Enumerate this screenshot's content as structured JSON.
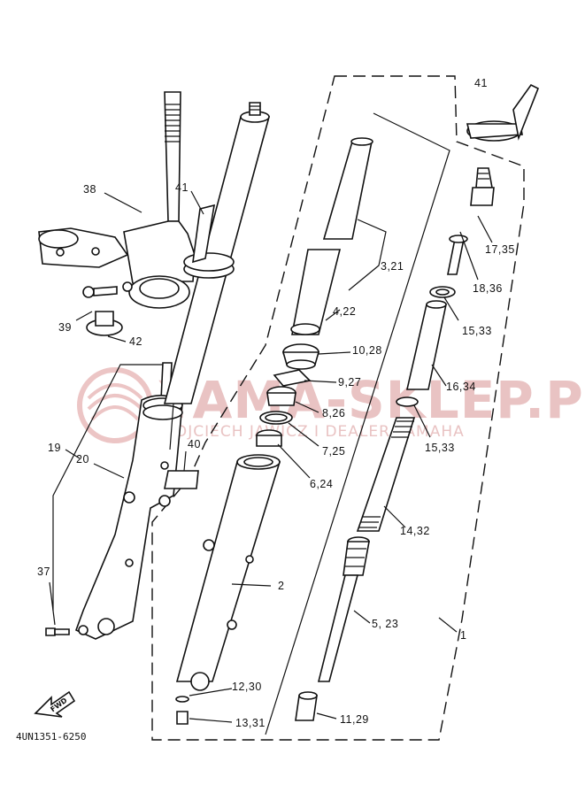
{
  "watermark": {
    "brand": "YAMA-SKLEP.PL",
    "dealer": "WOJCIECH JAWICZ I DEALER YAMAHA"
  },
  "diagram_code": "4UN1351-6250",
  "fwd_label": "FWD",
  "part_labels": [
    {
      "id": "38",
      "text": "38"
    },
    {
      "id": "41a",
      "text": "41"
    },
    {
      "id": "41b",
      "text": "41"
    },
    {
      "id": "3_21",
      "text": "3,21"
    },
    {
      "id": "17_35",
      "text": "17,35"
    },
    {
      "id": "18_36",
      "text": "18,36"
    },
    {
      "id": "4_22",
      "text": "4,22"
    },
    {
      "id": "15_33a",
      "text": "15,33"
    },
    {
      "id": "39",
      "text": "39"
    },
    {
      "id": "42",
      "text": "42"
    },
    {
      "id": "10_28",
      "text": "10,28"
    },
    {
      "id": "9_27",
      "text": "9,27"
    },
    {
      "id": "16_34",
      "text": "16,34"
    },
    {
      "id": "8_26",
      "text": "8,26"
    },
    {
      "id": "40",
      "text": "40"
    },
    {
      "id": "15_33b",
      "text": "15,33"
    },
    {
      "id": "19",
      "text": "19"
    },
    {
      "id": "7_25",
      "text": "7,25"
    },
    {
      "id": "20",
      "text": "20"
    },
    {
      "id": "6_24",
      "text": "6,24"
    },
    {
      "id": "14_32",
      "text": "14,32"
    },
    {
      "id": "37",
      "text": "37"
    },
    {
      "id": "2",
      "text": "2"
    },
    {
      "id": "5_23",
      "text": "5, 23"
    },
    {
      "id": "1",
      "text": "1"
    },
    {
      "id": "12_30",
      "text": "12,30"
    },
    {
      "id": "13_31",
      "text": "13,31"
    },
    {
      "id": "11_29",
      "text": "11,29"
    }
  ]
}
